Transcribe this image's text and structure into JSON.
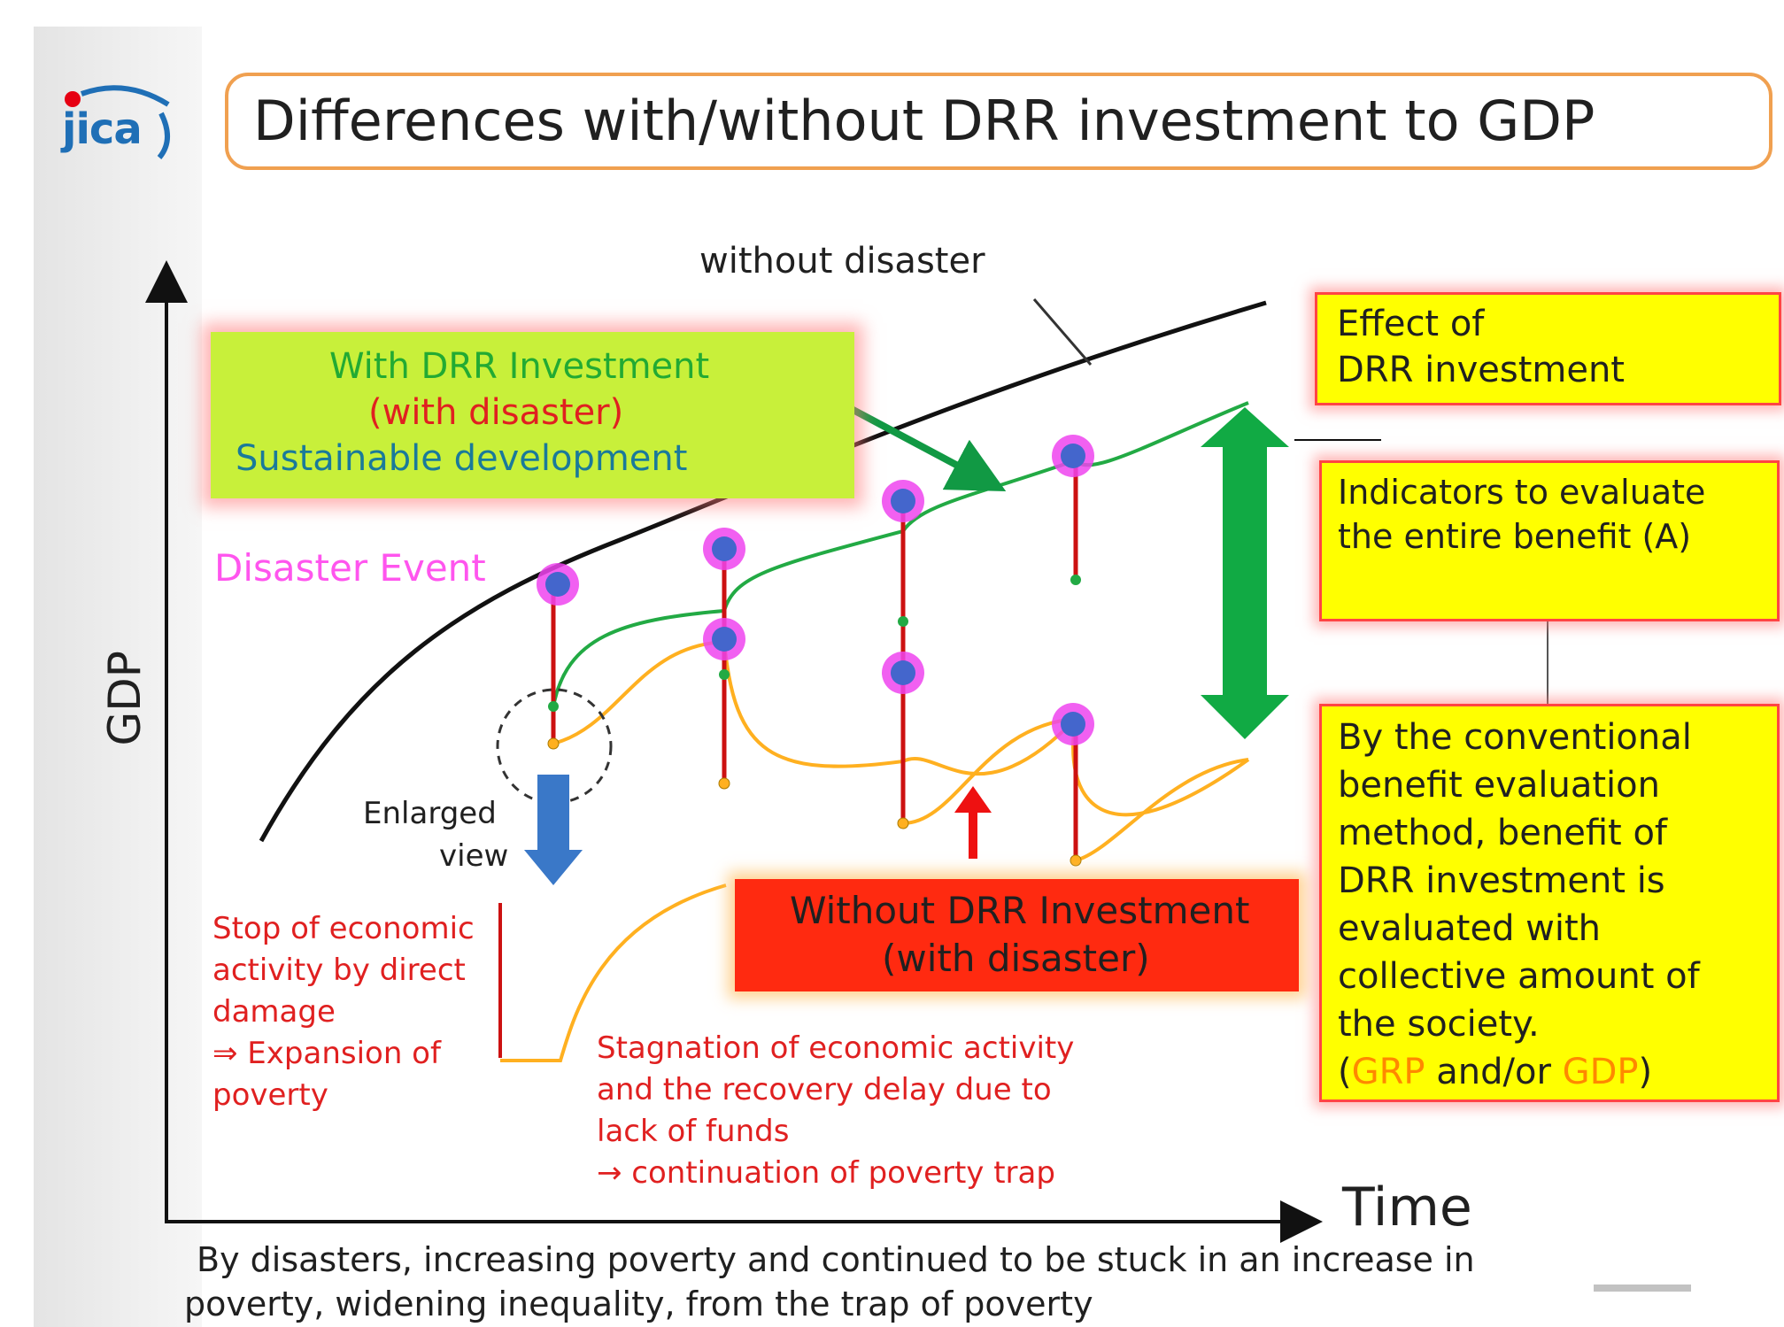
{
  "header": {
    "logo_text": "jica",
    "title": "Differences with/without DRR investment to GDP"
  },
  "axes": {
    "y_label": "GDP",
    "x_label": "Time"
  },
  "labels": {
    "without_disaster": "without disaster",
    "with_drr_line1": "With DRR Investment",
    "with_drr_line2": "(with disaster)",
    "with_drr_line3": "Sustainable development",
    "disaster_event": "Disaster Event",
    "enlarged_line1": "Enlarged",
    "enlarged_line2": "view",
    "stop_line1": "Stop of economic",
    "stop_line2": "activity by direct",
    "stop_line3": "damage",
    "stop_line4": "⇒ Expansion of",
    "stop_line5": "poverty",
    "stagnation_line1": "Stagnation of economic activity",
    "stagnation_line2": "and the recovery delay due to",
    "stagnation_line3": "lack of funds",
    "stagnation_line4": "→ continuation of poverty trap",
    "without_drr_line1": "Without DRR Investment",
    "without_drr_line2": "(with disaster)",
    "effect_line1": "Effect of",
    "effect_line2": "DRR investment",
    "indicators_line1": "Indicators to evaluate",
    "indicators_line2": "the entire benefit (A)",
    "conv_line1": "By the conventional",
    "conv_line2": "benefit evaluation",
    "conv_line3": "method, benefit of",
    "conv_line4": "DRR investment is",
    "conv_line5": "evaluated with",
    "conv_line6": "collective amount  of",
    "conv_line7": "the society.",
    "conv_open": "(",
    "conv_grp": "GRP",
    "conv_mid": " and/or ",
    "conv_gdp": "GDP",
    "conv_close": ")"
  },
  "footer": {
    "line1": "By disasters, increasing poverty and continued to be stuck in an increase in",
    "line2": "poverty, widening inequality, from the trap of poverty"
  },
  "colors": {
    "with_drr_curve": "#22aa44",
    "without_drr_curve": "#ffb020",
    "drop_line": "#cc1111",
    "starburst": "#ee44ee",
    "starburst_core": "#4466cc",
    "big_arrow": "#11aa44",
    "enlarged_arrow": "#3a78c8"
  }
}
